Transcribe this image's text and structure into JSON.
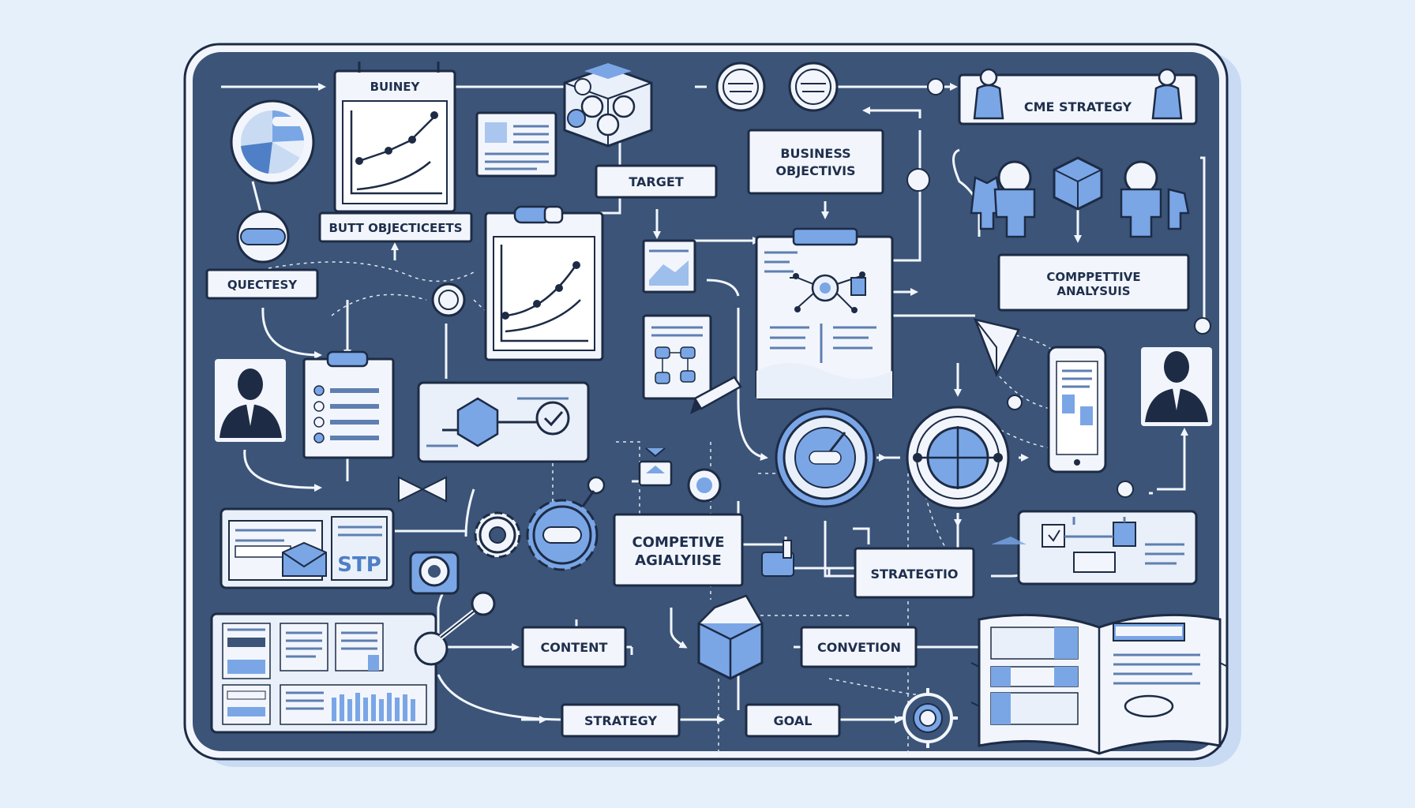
{
  "labels": {
    "buiney": "BUINEY",
    "butt_objectives": "BUTT OBJECTICEETS",
    "quectesy": "QUECTESY",
    "target": "TARGET",
    "business_objectives_1": "BUSINESS",
    "business_objectives_2": "OBJECTIVIS",
    "cme_strategy": "CME STRATEGY",
    "competitive_analysis_top_1": "COMPPETTIVE",
    "competitive_analysis_top_2": "ANALYSUIS",
    "competive_center_1": "COMPETIVE",
    "competive_center_2": "AGIALYIISE",
    "stp": "STP",
    "strategtio": "STRATEGTIO",
    "content": "CONTENT",
    "convetion": "CONVETION",
    "strategy": "STRATEGY",
    "goal": "GOAL"
  },
  "colors": {
    "board": "#3b5478",
    "accent": "#7aa6e6",
    "panel": "#f2f6fc",
    "outline": "#1d2b45",
    "page_bg": "#e6f0fb"
  }
}
